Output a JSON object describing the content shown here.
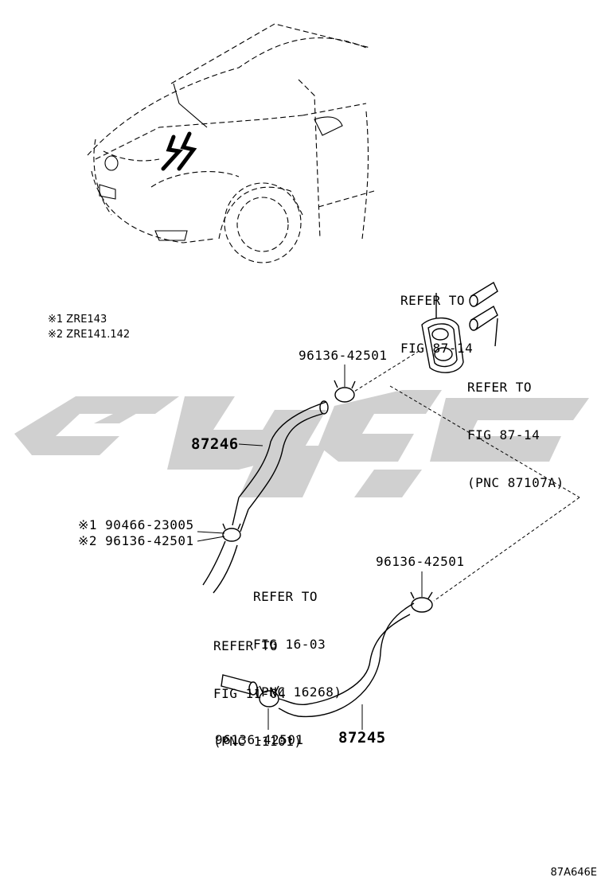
{
  "legend": {
    "note1": "※1 ZRE143",
    "note2": "※2 ZRE141.142"
  },
  "refers": {
    "top": {
      "line1": "REFER TO",
      "line2": "FIG 87-14"
    },
    "right": {
      "line1": "REFER TO",
      "line2": "FIG 87-14",
      "line3": "(PNC 87107A)"
    },
    "mid": {
      "line1": "REFER TO",
      "line2": "FIG 16-03",
      "line3": "(PNC 16268)"
    },
    "lower": {
      "line1": "REFER TO",
      "line2": "FIG 11-04",
      "line3": "(PNC 11101)"
    }
  },
  "parts": {
    "clamp_top": "96136-42501",
    "hose_upper": "87246",
    "alt1": "※1 90466-23005",
    "alt2": "※2 96136-42501",
    "clamp_right": "96136-42501",
    "clamp_bottom": "96136-42501",
    "hose_lower": "87245"
  },
  "watermark_color": "#d0d0d0",
  "figure_id": "87A646E"
}
